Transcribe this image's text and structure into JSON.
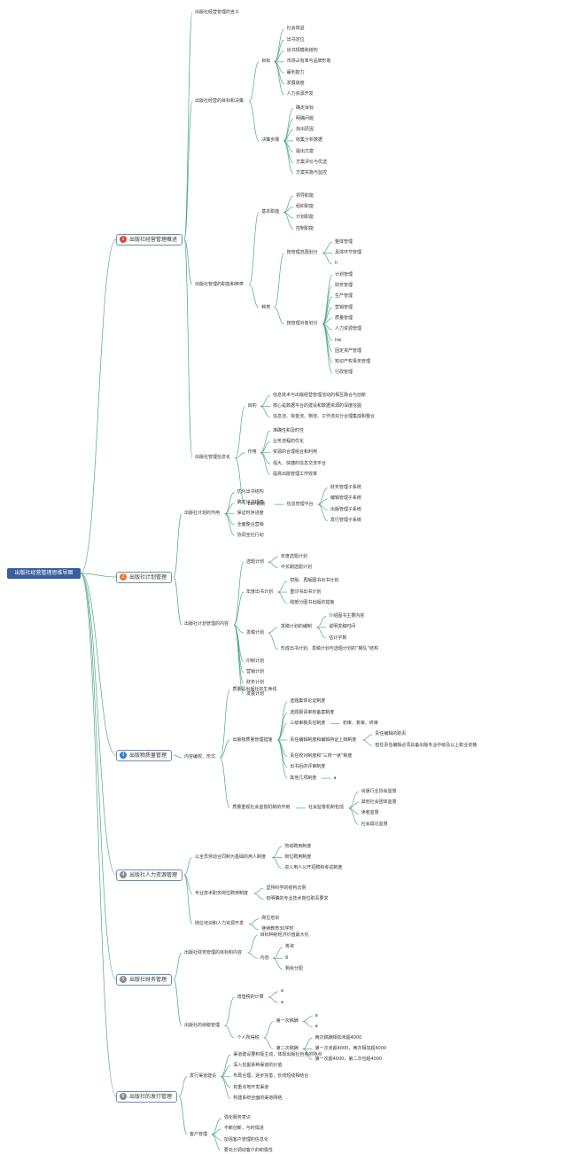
{
  "root": "出版社经营管理思维导图",
  "colors": {
    "line": "#4fa882",
    "root_bg": "#3b5e9c",
    "branch_border": "#6b8fb5",
    "badge_red": "#d9453d",
    "badge_orange": "#e8772e",
    "badge_blue": "#2f7fcc",
    "badge_gray": "#8a8a8a"
  },
  "branches": [
    {
      "label": "出版社经营管理概述",
      "num": "1",
      "badge": "red",
      "children": [
        {
          "label": "出版社经营管理的含义"
        },
        {
          "label": "出版社经营的目标和决策",
          "children": [
            {
              "label": "目标",
              "children": [
                {
                  "label": "社会效益"
                },
                {
                  "label": "出书定位"
                },
                {
                  "label": "出书规模和结构"
                },
                {
                  "label": "市场占有率与品牌形象"
                },
                {
                  "label": "赢利能力"
                },
                {
                  "label": "发展速度"
                },
                {
                  "label": "人力资源开发"
                }
              ]
            },
            {
              "label": "决策步骤",
              "children": [
                {
                  "label": "确定目标"
                },
                {
                  "label": "明确问题"
                },
                {
                  "label": "找出原因"
                },
                {
                  "label": "收集分析数据"
                },
                {
                  "label": "提出方案"
                },
                {
                  "label": "方案评价与优选"
                },
                {
                  "label": "方案实施与监控"
                }
              ]
            }
          ]
        },
        {
          "label": "出版社管理的职能和种类",
          "children": [
            {
              "label": "基本职能",
              "children": [
                {
                  "label": "领导职能"
                },
                {
                  "label": "组织职能"
                },
                {
                  "label": "计划职能"
                },
                {
                  "label": "控制职能"
                }
              ]
            },
            {
              "label": "种类",
              "children": [
                {
                  "label": "按管理范围划分",
                  "children": [
                    {
                      "label": "整体管理"
                    },
                    {
                      "label": "具体环节管理"
                    },
                    {
                      "label": "h"
                    }
                  ]
                },
                {
                  "label": "按管理对象划分",
                  "children": [
                    {
                      "label": "计划管理"
                    },
                    {
                      "label": "财务管理"
                    },
                    {
                      "label": "生产管理"
                    },
                    {
                      "label": "营销管理"
                    },
                    {
                      "label": "质量管理"
                    },
                    {
                      "label": "人力资源管理"
                    },
                    {
                      "label": "hw"
                    },
                    {
                      "label": "固定资产管理"
                    },
                    {
                      "label": "知识产权事务管理"
                    },
                    {
                      "label": "行政管理"
                    }
                  ]
                }
              ]
            }
          ]
        },
        {
          "label": "出版社管理信息化",
          "children": [
            {
              "label": "目的",
              "children": [
                {
                  "label": "信息技术与出版经营管理活动的相互融合与创新"
                },
                {
                  "label": "核心是数据平台的建设和数据资源的深度挖掘"
                },
                {
                  "label": "信息流、资金流、物流、工作流充分合理集成和整合"
                }
              ]
            },
            {
              "label": "作用",
              "children": [
                {
                  "label": "准确性和及时性"
                },
                {
                  "label": "业务流程的优化"
                },
                {
                  "label": "资源的合理组合和利用"
                },
                {
                  "label": "强大、快捷的信息交流平台"
                },
                {
                  "label": "提高出版管理工作效率"
                }
              ]
            },
            {
              "label": "ERP系统",
              "children": [
                {
                  "label": "信息管理平台",
                  "children": [
                    {
                      "label": "财务管理子系统"
                    },
                    {
                      "label": "编辑管理子系统"
                    },
                    {
                      "label": "出版管理子系统"
                    },
                    {
                      "label": "发行管理子系统"
                    }
                  ]
                }
              ]
            }
          ]
        }
      ]
    },
    {
      "label": "出版社计划管理",
      "num": "2",
      "badge": "orange",
      "children": [
        {
          "label": "出版社计划的作用",
          "children": [
            {
              "label": "优化出书结构"
            },
            {
              "label": "确定出书规模"
            },
            {
              "label": "保证时序进度"
            },
            {
              "label": "全面整合营销"
            },
            {
              "label": "协调全社行动"
            }
          ]
        },
        {
          "label": "出版社计划管理的内容",
          "children": [
            {
              "label": "选题计划",
              "children": [
                {
                  "label": "年度选题计划"
                },
                {
                  "label": "中长期选题计划"
                }
              ]
            },
            {
              "label": "年度出书计划",
              "children": [
                {
                  "label": "初版、再版图书出书计划"
                },
                {
                  "label": "重印书出书计划"
                },
                {
                  "label": "跨部分图书出版的措施"
                }
              ]
            },
            {
              "label": "发稿计划",
              "children": [
                {
                  "label": "发稿计划的编制",
                  "children": [
                    {
                      "label": "介绍图书主要内容"
                    },
                    {
                      "label": "说明发稿时间"
                    },
                    {
                      "label": "估计字数"
                    }
                  ]
                },
                {
                  "label": "形成出书计划、发稿计划与选题计划的“梯队”结构"
                }
              ]
            },
            {
              "label": "印制计划"
            },
            {
              "label": "营销计划"
            },
            {
              "label": "财务计划"
            },
            {
              "label": "发展计划"
            }
          ]
        }
      ]
    },
    {
      "label": "出版物质量管理",
      "num": "3",
      "badge": "blue",
      "children": [
        {
          "label": "内容编校、形式",
          "children": [
            {
              "label": "质量是出版社的生命线"
            },
            {
              "label": "出版物质量管理措施",
              "children": [
                {
                  "label": "选题集体论证制度"
                },
                {
                  "label": "选题报请审核备案制度"
                },
                {
                  "label": "三级审稿责任制度",
                  "children": [
                    {
                      "label": "初审、复审、终审"
                    }
                  ]
                },
                {
                  "label": "责任编辑制度和编辑持证上岗制度",
                  "children": [
                    {
                      "label": "责任编辑的职责"
                    },
                    {
                      "label": "担任责任编辑必须具备出版专业中级及以上职业资格"
                    }
                  ]
                },
                {
                  "label": "责任校对制度和“三校一读”制度"
                },
                {
                  "label": "出书后的评审制度"
                },
                {
                  "label": "其他几项制度",
                  "children": [
                    {
                      "label": "a"
                    }
                  ]
                }
              ]
            },
            {
              "label": "质量重视社会监督机制的作用",
              "children": [
                {
                  "label": "社会监督机制包括",
                  "children": [
                    {
                      "label": "出版行业协会监督"
                    },
                    {
                      "label": "其他社会团体监督"
                    },
                    {
                      "label": "读者监督"
                    },
                    {
                      "label": "社会舆论监督"
                    }
                  ]
                }
              ]
            }
          ]
        }
      ]
    },
    {
      "label": "出版社人力资源管理",
      "num": "4",
      "badge": "gray",
      "children": [
        {
          "label": "以全员劳动合同制为基础的用人制度",
          "children": [
            {
              "label": "劳动聘用制度"
            },
            {
              "label": "岗位聘用制度"
            },
            {
              "label": "进入用人公开招聘和考试制度"
            }
          ]
        },
        {
          "label": "专业技术职务岗位聘用制度",
          "children": [
            {
              "label": "坚持科学的结构比例"
            },
            {
              "label": "有明确的专业技术岗位职责要求"
            }
          ]
        },
        {
          "label": "岗位培训和人力资源开发",
          "children": [
            {
              "label": "岗位培训"
            },
            {
              "label": "继续教育30学时"
            }
          ]
        }
      ]
    },
    {
      "label": "出版社财务管理",
      "num": "5",
      "badge": "gray",
      "children": [
        {
          "label": "出版社财务管理的目标和内容",
          "children": [
            {
              "label": "目标种射经济价值最大化"
            },
            {
              "label": "内容",
              "children": [
                {
                  "label": "筹资"
                },
                {
                  "label": "8"
                },
                {
                  "label": "剩余分配"
                }
              ]
            }
          ]
        },
        {
          "label": "出版社的纳税管理",
          "children": [
            {
              "label": "增值税的计算",
              "children": [
                {
                  "label": "a"
                },
                {
                  "label": "a"
                }
              ]
            },
            {
              "label": "个人所得税",
              "children": [
                {
                  "label": "第一次稿酬",
                  "children": [
                    {
                      "label": "a"
                    },
                    {
                      "label": "a"
                    }
                  ]
                },
                {
                  "label": "第二次稿酬",
                  "children": [
                    {
                      "label": "两次稿酬相加未超4000"
                    },
                    {
                      "label": "第一次未超4000，两次相加超4000"
                    },
                    {
                      "label": "第一次超4000，第二次也超4000"
                    }
                  ]
                }
              ]
            }
          ]
        }
      ]
    },
    {
      "label": "出版社的发行管理",
      "num": "6",
      "badge": "gray",
      "children": [
        {
          "label": "发行渠道建设",
          "children": [
            {
              "label": "渠道建设要积极主动，体现出版社自身的特点"
            },
            {
              "label": "深入挖掘系种渠道的价值"
            },
            {
              "label": "布局合理，逐步完善，长线短线相结合"
            },
            {
              "label": "有重点地开发渠道"
            },
            {
              "label": "构建系统全面的渠道网络"
            }
          ]
        },
        {
          "label": "客户管理",
          "children": [
            {
              "label": "强化服务意识"
            },
            {
              "label": "不断创新，与时俱进"
            },
            {
              "label": "加强客户管理的信息化"
            },
            {
              "label": "要充分调动客户的积极性"
            }
          ]
        }
      ]
    }
  ]
}
